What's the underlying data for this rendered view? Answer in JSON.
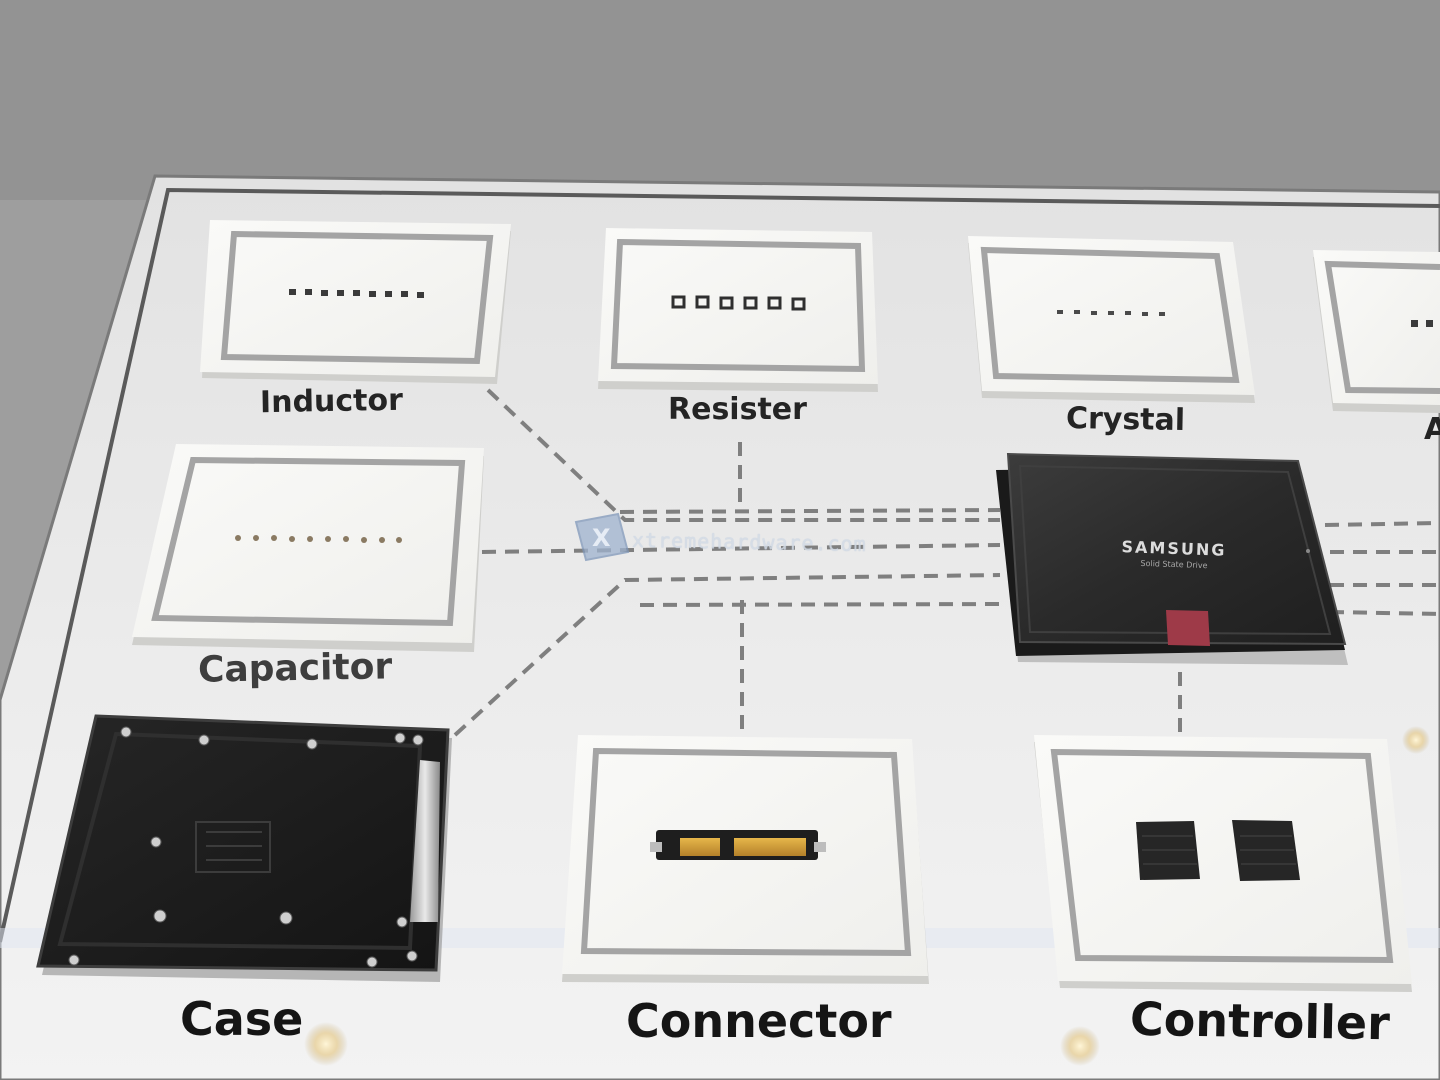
{
  "labels": {
    "inductor": "Inductor",
    "resister": "Resister",
    "crystal": "Crystal",
    "partial": "A",
    "capacitor": "Capacitor",
    "case": "Case",
    "connector": "Connector",
    "controller": "Controller"
  },
  "ssd": {
    "brand": "SAMSUNG",
    "tagline": "Solid State Drive"
  },
  "watermark": "xtremehardware.com",
  "colors": {
    "wall": "#a8a8a8",
    "board": "#e8e8e8",
    "tile": "#f5f5f3",
    "tile_frame": "#a2a2a2",
    "dashed_line": "#808080",
    "ssd_body": "#2c2c2c",
    "ssd_badge": "#9e3a48",
    "watermark": "#8fa6c6"
  },
  "icons": [
    "xtremehardware-logo-icon"
  ]
}
